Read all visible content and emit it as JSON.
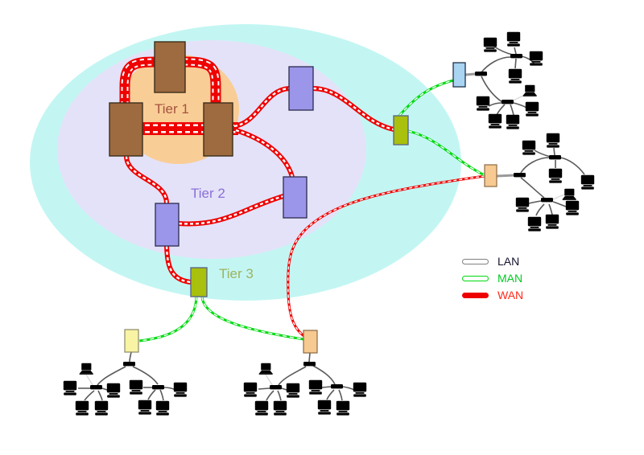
{
  "diagram": {
    "tiers": [
      {
        "label": "Tier 1",
        "label_color": "#A4543F",
        "region_fill": "#F9CD96",
        "router_fill": "#9E6A3F",
        "router_count": 3
      },
      {
        "label": "Tier 2",
        "label_color": "#8A6FD8",
        "region_fill": "#E4E2F8",
        "router_fill": "#9B96E9",
        "router_count": 3
      },
      {
        "label": "Tier 3",
        "label_color": "#9DB35F",
        "region_fill": "#C3F6F3",
        "router_fill": "#A9C00D",
        "router_count": 2
      }
    ],
    "legend": {
      "items": [
        {
          "label": "LAN",
          "text_color": "#14142e",
          "line_color": "#808080",
          "line_fill": "#FFFFFF",
          "style": "outlined"
        },
        {
          "label": "MAN",
          "text_color": "#00CC22",
          "line_color": "#00D911",
          "line_fill": "#FFFFFF",
          "style": "dashed-green"
        },
        {
          "label": "WAN",
          "text_color": "#FF2A1A",
          "line_color": "#EE0000",
          "line_fill": "#EE0000",
          "style": "solid-red"
        }
      ]
    },
    "link_colors": {
      "lan": "#5A5A5A",
      "man": "#00D911",
      "wan": "#EE0000"
    },
    "clusters": [
      {
        "name": "blue-lan",
        "computer_fill": "#ACD8F8",
        "workstations": 8,
        "laptops": 1,
        "hubs": 3,
        "gateway_fill": "#A9D4F2"
      },
      {
        "name": "yellow-lan",
        "computer_fill": "#F9F4A0",
        "workstations": 8,
        "laptops": 1,
        "hubs": 3,
        "gateway_fill": "#F9F4A4"
      },
      {
        "name": "orange-lan-bottom",
        "computer_fill": "#F7CA92",
        "workstations": 8,
        "laptops": 1,
        "hubs": 3,
        "gateway_fill": "#F7CA92"
      },
      {
        "name": "orange-lan-right",
        "computer_fill": "#F7CA92",
        "workstations": 8,
        "laptops": 1,
        "hubs": 3,
        "gateway_fill": "#F7CA92"
      }
    ]
  }
}
